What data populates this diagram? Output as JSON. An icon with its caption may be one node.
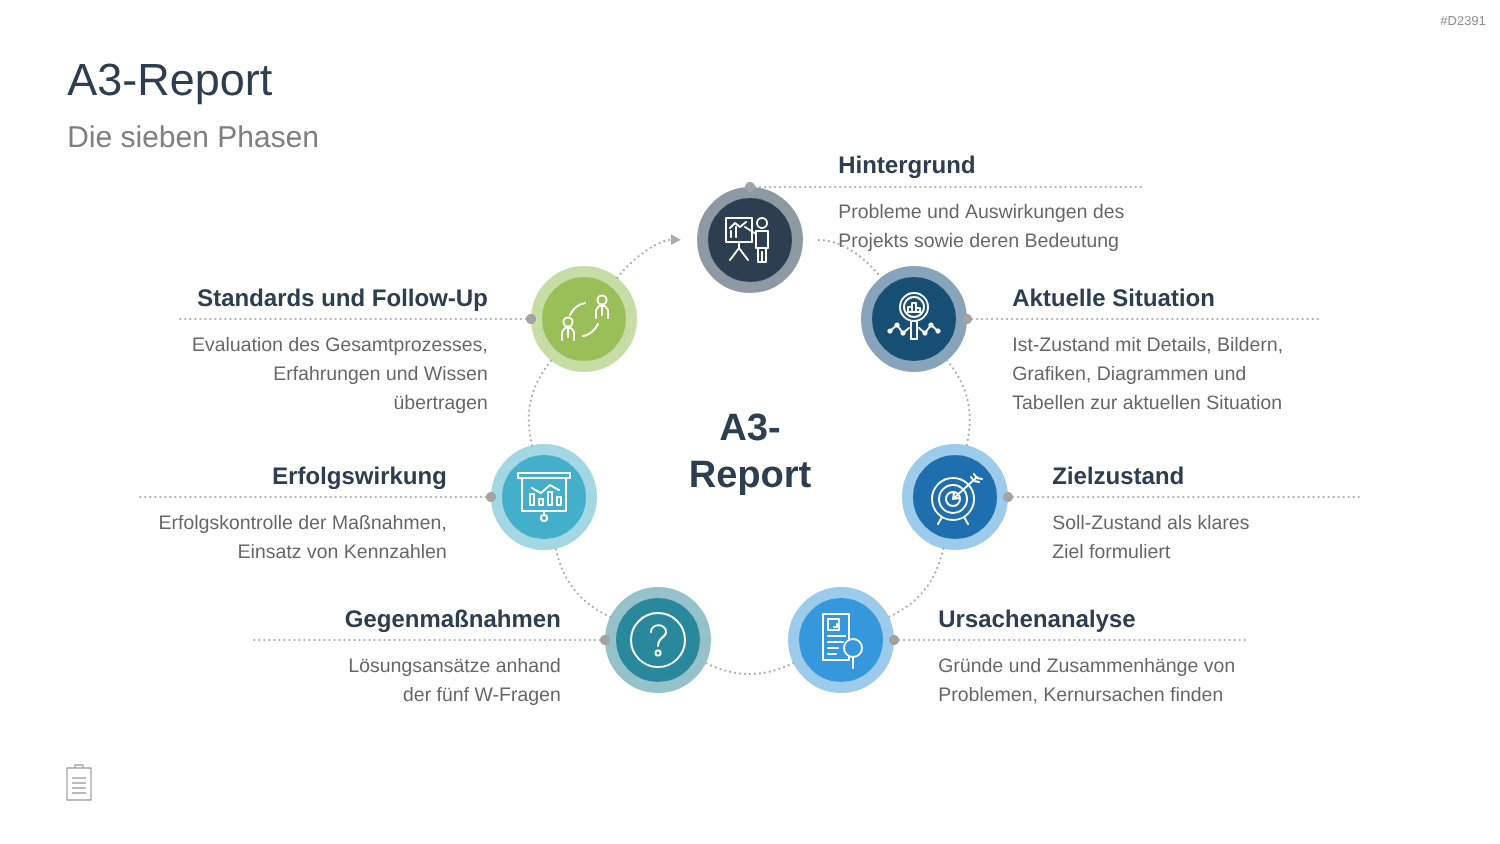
{
  "diagram": {
    "title": "A3-Report",
    "nodes": [
      {
        "text": [],
        "shape": "circle",
        "beside": [
          "Hintergrund",
          "Probleme und Auswirkungen des Projekts sowie deren Bedeutung"
        ]
      },
      {
        "text": [],
        "shape": "circle",
        "beside": [
          "Aktuelle Situation",
          "Ist-Zustand mit Details, Bildern, Grafiken, Diagrammen und Tabellen zur aktuellen Situation"
        ]
      },
      {
        "text": [],
        "shape": "circle",
        "beside": [
          "Zielzustand",
          "Soll-Zustand als klares Ziel formuliert"
        ]
      },
      {
        "text": [],
        "shape": "circle",
        "beside": [
          "Ursachenanalyse",
          "Gründe und Zusammenhänge von Problemen, Kernursachen finden"
        ]
      },
      {
        "text": [],
        "shape": "circle",
        "beside": [
          "Gegenmaßnahmen",
          "Lösungsansätze anhand der fünf W-Fragen"
        ]
      },
      {
        "text": [],
        "shape": "circle",
        "beside": [
          "Erfolgswirkung",
          "Erfolgskontrolle der Maßnahmen, Einsatz von Kennzahlen"
        ]
      },
      {
        "text": [],
        "shape": "circle",
        "beside": [
          "Standards und Follow-Up",
          "Evaluation des Gesamtprozesses, Erfahrungen und Wissen übertragen"
        ]
      }
    ],
    "edges": [
      {
        "from": 0,
        "to": 1,
        "arrow": "none"
      },
      {
        "from": 1,
        "to": 2,
        "arrow": "none"
      },
      {
        "from": 2,
        "to": 3,
        "arrow": "none"
      },
      {
        "from": 3,
        "to": 4,
        "arrow": "none"
      },
      {
        "from": 4,
        "to": 5,
        "arrow": "none"
      },
      {
        "from": 5,
        "to": 6,
        "arrow": "none"
      },
      {
        "from": 6,
        "to": 0,
        "arrow": "to"
      }
    ],
    "labels": [
      "#D2391",
      "Die sieben Phasen",
      "A3- Report"
    ]
  }
}
